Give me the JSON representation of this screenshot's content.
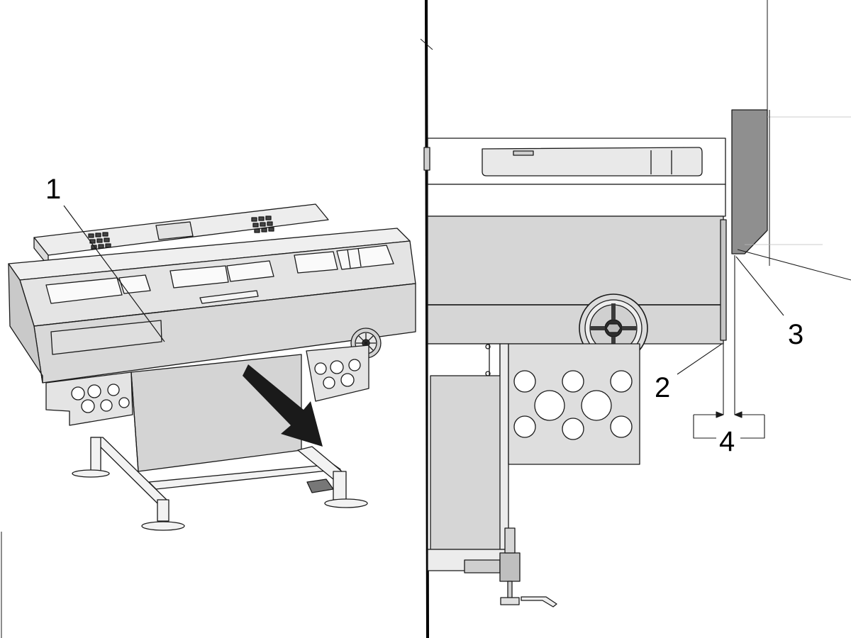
{
  "callouts": {
    "label_1": "1",
    "label_2": "2",
    "label_3": "3",
    "label_4": "4"
  },
  "colors": {
    "outline": "#1a1a1a",
    "panel_light": "#e6e6e6",
    "panel_mid": "#d6d6d6",
    "panel_dark": "#8f8f8f",
    "arrow": "#1a1a1a",
    "divider": "#000000"
  },
  "icons": {
    "handwheel": "handwheel-icon",
    "direction_arrow": "move-arrow-icon"
  }
}
